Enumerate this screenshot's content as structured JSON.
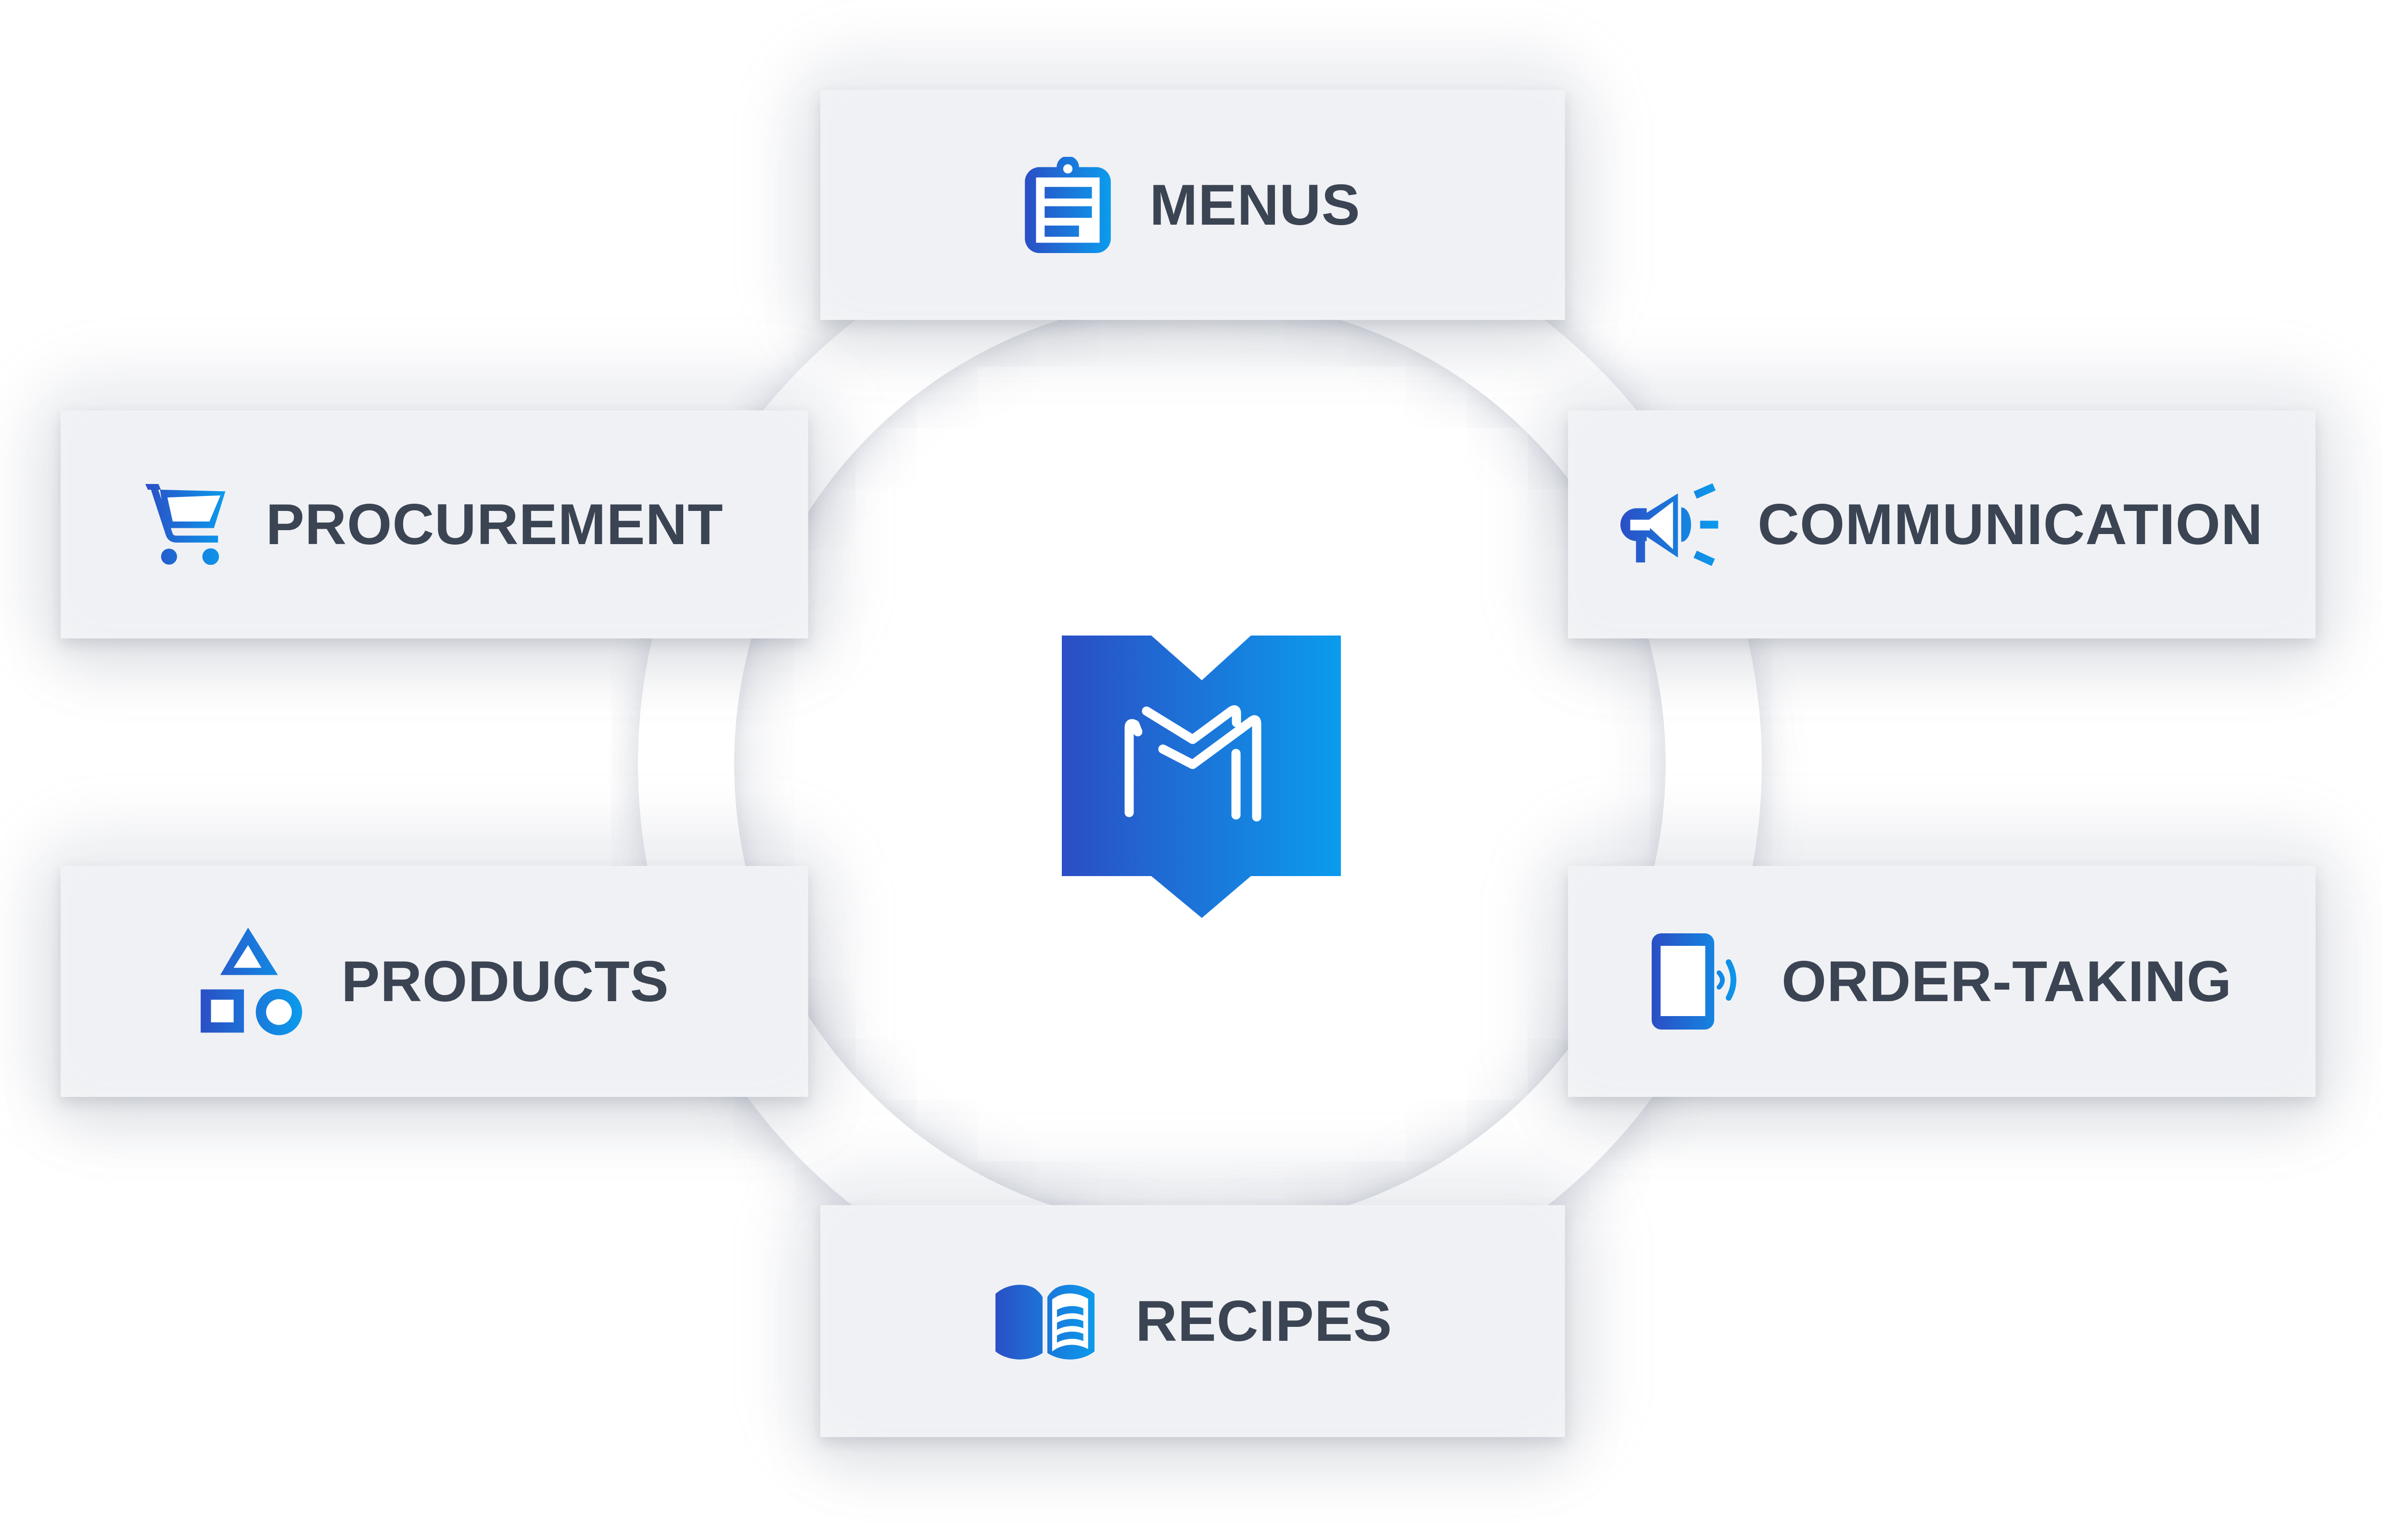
{
  "diagram": {
    "center": {
      "logo_letter": "M"
    },
    "cards": [
      {
        "id": "menus",
        "label": "MENUS",
        "icon": "clipboard-icon"
      },
      {
        "id": "procurement",
        "label": "PROCUREMENT",
        "icon": "shopping-cart-icon"
      },
      {
        "id": "communication",
        "label": "COMMUNICATION",
        "icon": "megaphone-icon"
      },
      {
        "id": "products",
        "label": "PRODUCTS",
        "icon": "shapes-icon"
      },
      {
        "id": "order-taking",
        "label": "ORDER-TAKING",
        "icon": "phone-waves-icon"
      },
      {
        "id": "recipes",
        "label": "RECIPES",
        "icon": "open-book-icon"
      }
    ]
  },
  "colors": {
    "background": "#ffffff",
    "card_background": "#ffffff",
    "label_text": "#3b4453",
    "icon_gradient_start": "#2b4ec5",
    "icon_gradient_end": "#0b9ced",
    "logo_mark": "#ffffff"
  }
}
